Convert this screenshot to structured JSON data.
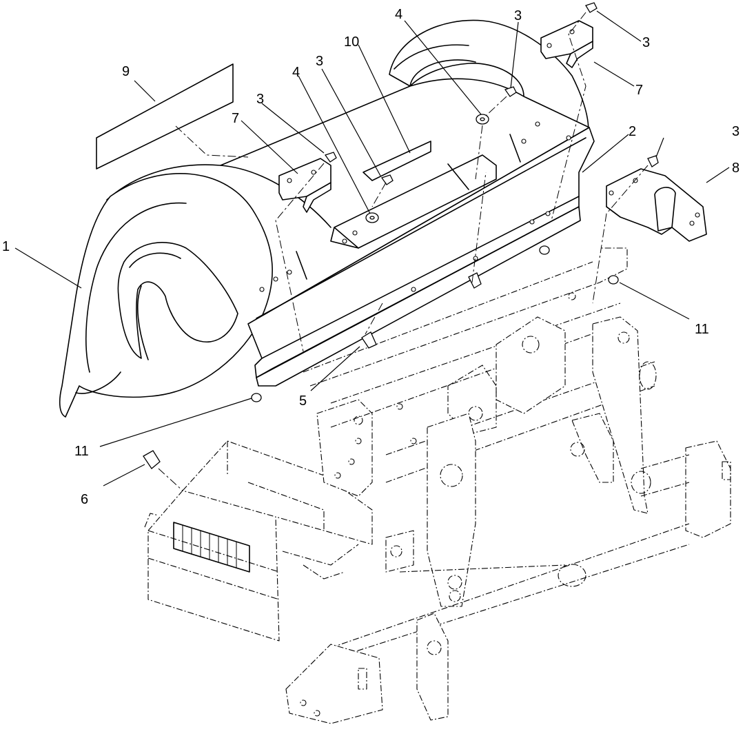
{
  "diagram": {
    "callouts": {
      "c1": "1",
      "c2": "2",
      "c3a": "3",
      "c3b": "3",
      "c3c": "3",
      "c3d": "3",
      "c3e": "3",
      "c4a": "4",
      "c4b": "4",
      "c5": "5",
      "c6": "6",
      "c7a": "7",
      "c7b": "7",
      "c8": "8",
      "c9": "9",
      "c10": "10",
      "c11a": "11",
      "c11b": "11"
    }
  }
}
